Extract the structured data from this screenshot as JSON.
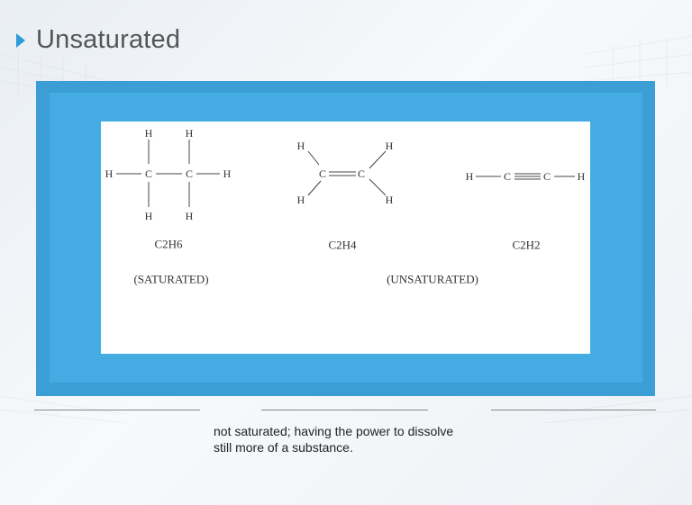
{
  "slide": {
    "title": "Unsaturated",
    "caption_lines": [
      "not saturated; having the power to dissolve",
      "still more of a substance."
    ]
  },
  "figure": {
    "atoms": {
      "H": "H",
      "C": "C"
    },
    "ethane": {
      "formula": "C2H6",
      "label": "(SATURATED)"
    },
    "ethylene": {
      "formula": "C2H4"
    },
    "acetylene": {
      "formula": "C2H2"
    },
    "unsaturated_label": "(UNSATURATED)"
  },
  "colors": {
    "accent": "#2d9bd8",
    "frame": "#3b9fd6",
    "frame_inner": "#44ace2"
  }
}
